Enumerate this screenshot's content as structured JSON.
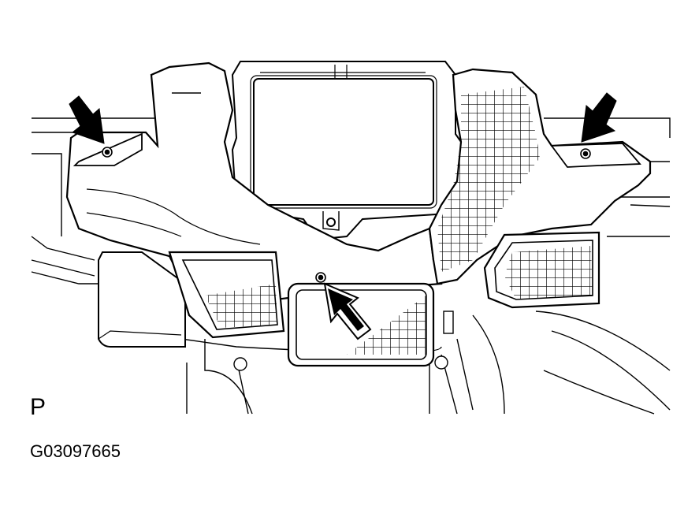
{
  "figure": {
    "view_label": "P",
    "figure_code": "G03097665"
  },
  "callouts": [
    {
      "name": "clip-arrow-left",
      "points_to": "clip"
    },
    {
      "name": "clip-arrow-center",
      "points_to": "clip"
    },
    {
      "name": "clip-arrow-right",
      "points_to": "clip"
    }
  ],
  "colors": {
    "line": "#000000",
    "background": "#ffffff"
  }
}
